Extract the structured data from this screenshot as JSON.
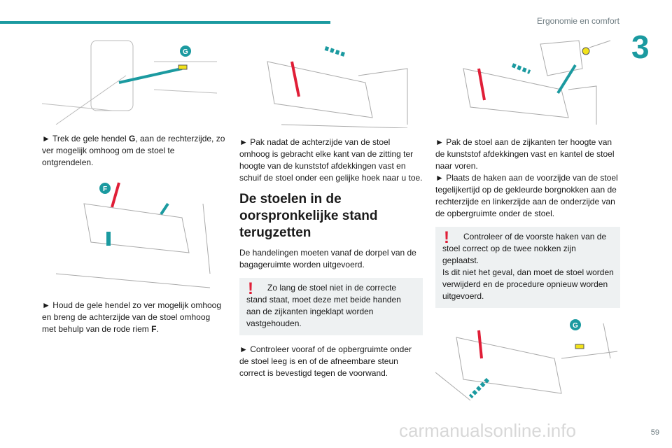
{
  "header": {
    "section": "Ergonomie en comfort",
    "chapter": "3"
  },
  "col1": {
    "fig1_label": "G",
    "p1a": "► Trek de gele hendel ",
    "p1b": "G",
    "p1c": ", aan de rechterzijde, zo ver mogelijk omhoog om de stoel te ontgrendelen.",
    "fig2_label": "F",
    "p2a": "► Houd de gele hendel zo ver mogelijk omhoog en breng de achterzijde van de stoel omhoog met behulp van de rode riem ",
    "p2b": "F",
    "p2c": "."
  },
  "col2": {
    "p1": "► Pak nadat de achterzijde van de stoel omhoog is gebracht elke kant van de zitting ter hoogte van de kunststof afdekkingen vast en schuif de stoel onder een gelijke hoek naar u toe.",
    "heading": "De stoelen in de oorspronkelijke stand terugzetten",
    "p2": "De handelingen moeten vanaf de dorpel van de bagageruimte worden uitgevoerd.",
    "warn": "Zo lang de stoel niet in de correcte stand staat, moet deze met beide handen aan de zijkanten ingeklapt worden vastgehouden.",
    "p3": "► Controleer vooraf of de opbergruimte onder de stoel leeg is en of de afneembare steun correct is bevestigd tegen de voorwand."
  },
  "col3": {
    "p1": "► Pak de stoel aan de zijkanten ter hoogte van de kunststof afdekkingen vast en kantel de stoel naar voren.",
    "p2": "► Plaats de haken aan de voorzijde van de stoel tegelijkertijd op de gekleurde borgnokken aan de rechterzijde en linkerzijde aan de onderzijde van de opbergruimte onder de stoel.",
    "warn1": "Controleer of de voorste haken van de stoel correct op de twee nokken zijn geplaatst.",
    "warn2": "Is dit niet het geval, dan moet de stoel worden verwijderd en de procedure opnieuw worden uitgevoerd.",
    "fig_label": "G"
  },
  "footer": {
    "page": "59",
    "watermark": "carmanualsonline.info"
  },
  "colors": {
    "accent": "#1b9aa0",
    "warning": "#e01e37"
  }
}
